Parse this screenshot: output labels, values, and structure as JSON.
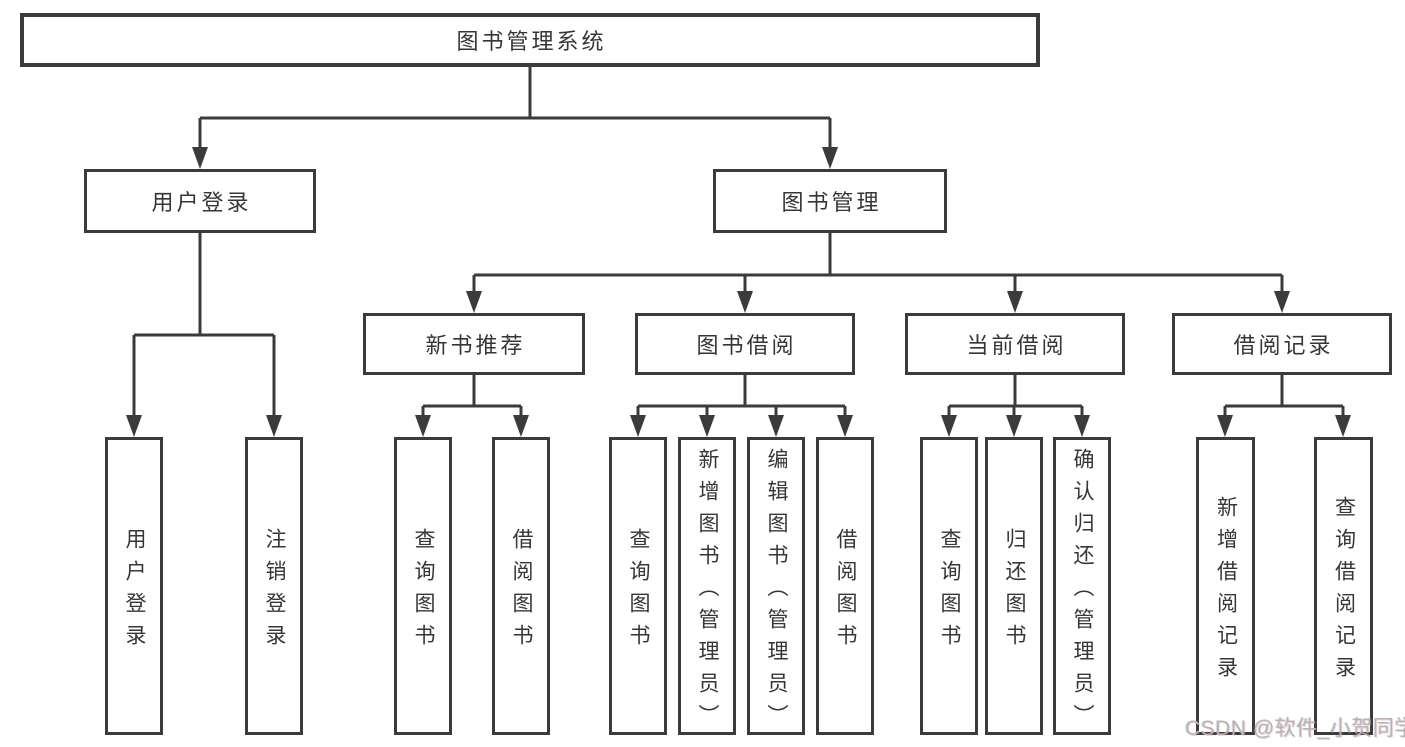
{
  "tree": {
    "root": {
      "label": "图书管理系统"
    },
    "children": [
      {
        "label": "用户登录",
        "children": [
          {
            "label": "用户登录"
          },
          {
            "label": "注销登录"
          }
        ]
      },
      {
        "label": "图书管理",
        "children": [
          {
            "label": "新书推荐",
            "children": [
              {
                "label": "查询图书"
              },
              {
                "label": "借阅图书"
              }
            ]
          },
          {
            "label": "图书借阅",
            "children": [
              {
                "label": "查询图书"
              },
              {
                "label": "新增图书（管理员）"
              },
              {
                "label": "编辑图书（管理员）"
              },
              {
                "label": "借阅图书"
              }
            ]
          },
          {
            "label": "当前借阅",
            "children": [
              {
                "label": "查询图书"
              },
              {
                "label": "归还图书"
              },
              {
                "label": "确认归还（管理员）"
              }
            ]
          },
          {
            "label": "借阅记录",
            "children": [
              {
                "label": "新增借阅记录"
              },
              {
                "label": "查询借阅记录"
              }
            ]
          }
        ]
      }
    ]
  },
  "watermark": {
    "text": "CSDN @软件_小贺同学"
  },
  "colors": {
    "line": "#3b3b3b",
    "box_border": "#3b3b3b",
    "text": "#363636",
    "watermark": "#b5b5b5",
    "background": "#ffffff"
  }
}
